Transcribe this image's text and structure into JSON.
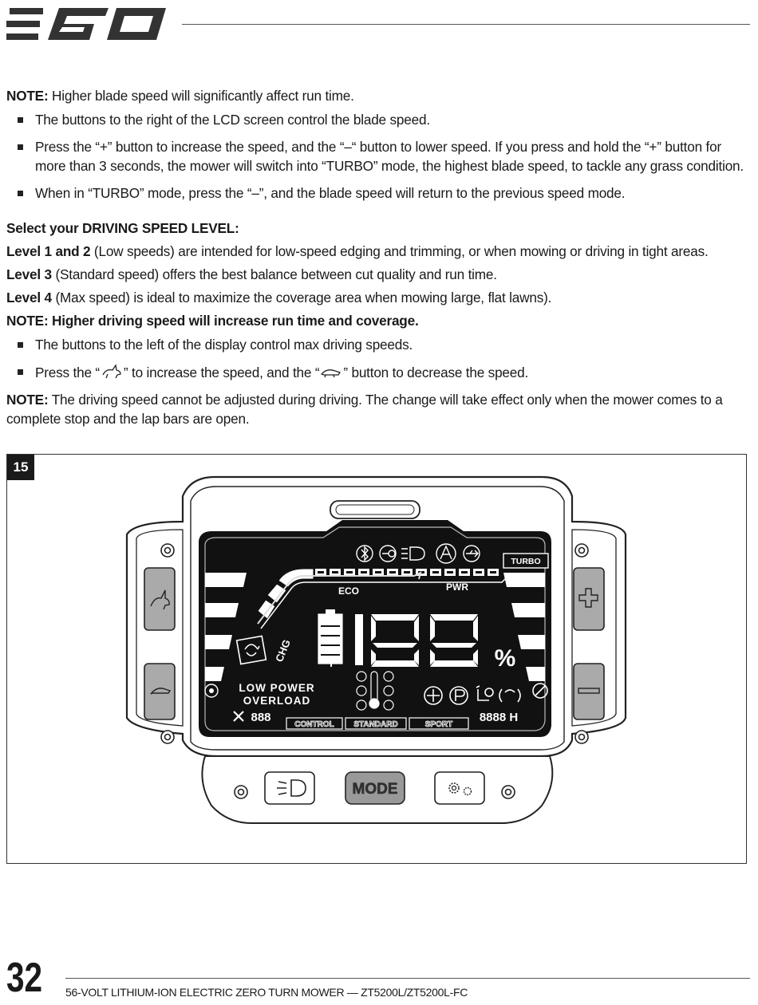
{
  "header": {
    "logo_text": "EGO"
  },
  "content": {
    "note1_label": "NOTE:",
    "note1_text": " Higher blade speed will significantly affect run time.",
    "bullets_blade": [
      "The buttons to the right of the LCD screen control the blade speed.",
      "Press the “+” button to increase the speed, and the “–“ button to lower speed. If you press and hold the “+” button for more than 3 seconds, the mower will switch into “TURBO” mode, the highest blade speed, to tackle any grass condition.",
      "When in “TURBO” mode, press the “–”, and the blade speed will return to the previous speed mode."
    ],
    "driving_heading": "Select your DRIVING SPEED LEVEL:",
    "levels": [
      {
        "label": "Level 1 and 2",
        "text": " (Low speeds) are intended for low-speed edging and trimming, or when mowing or driving in tight areas."
      },
      {
        "label": "Level 3",
        "text": " (Standard speed) offers the best balance between cut quality and run time."
      },
      {
        "label": "Level 4",
        "text": " (Max speed) is ideal to maximize the coverage area when mowing large, flat lawns)."
      }
    ],
    "note2": "NOTE: Higher driving speed will increase run time and coverage.",
    "bullet_drive_1": "The buttons to the left of the display control max driving speeds.",
    "bullet_drive_2_a": "Press the “",
    "bullet_drive_2_b": "” to increase the speed, and the “",
    "bullet_drive_2_c": "” button to decrease the speed.",
    "note3_label": "NOTE:",
    "note3_text": " The driving speed cannot be adjusted during driving. The change will take effect only when the mower comes to a complete stop and the lap bars are open."
  },
  "figure": {
    "number": "15",
    "display": {
      "turbo": "TURBO",
      "eco": "ECO",
      "pwr": "PWR",
      "chg": "CHG",
      "low_power": "LOW POWER",
      "overload": "OVERLOAD",
      "service_counter": "888",
      "big_digits": "188",
      "percent": "%",
      "hour_meter": "8888 H",
      "modes": [
        "CONTROL",
        "STANDARD",
        "SPORT"
      ]
    },
    "buttons": {
      "mode": "MODE"
    },
    "icons": [
      "rabbit-icon",
      "turtle-icon",
      "plus-icon",
      "minus-icon",
      "headlight-icon",
      "gear-icon",
      "bluetooth-icon",
      "key-icon",
      "usb-icon"
    ]
  },
  "footer": {
    "page_number": "32",
    "text": "56-VOLT LITHIUM-ION ELECTRIC ZERO TURN MOWER — ZT5200L/ZT5200L-FC"
  }
}
